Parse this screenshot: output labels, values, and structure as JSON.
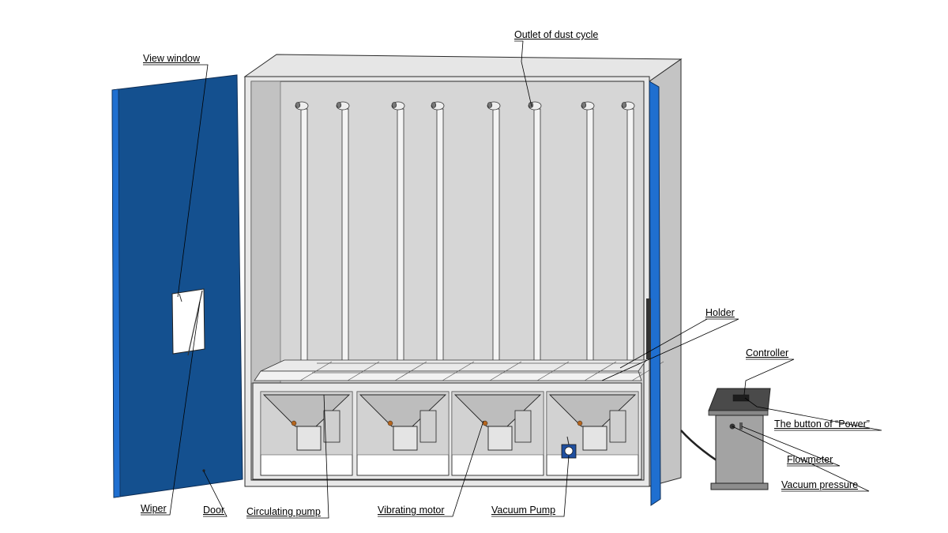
{
  "labels": {
    "outlet_of_dust_cycle": "Outlet of dust cycle",
    "view_window": "View window",
    "holder": "Holder",
    "controller": "Controller",
    "power_button": "The button of “Power”",
    "flowmeter": "Flowmeter",
    "vacuum_pressure": "Vacuum pressure",
    "wiper": "Wiper",
    "door": "Door",
    "circulating_pump": "Circulating pump",
    "vibrating_motor": "Vibrating motor",
    "vacuum_pump": "Vacuum Pump"
  },
  "colors": {
    "door_blue": "#14508f",
    "door_edge": "#1f6fd0",
    "cabinet_grey": "#c9c9c9",
    "interior_grey": "#d6d6d6",
    "frame_light": "#e8e8e8",
    "outline": "#2a2a2a"
  }
}
